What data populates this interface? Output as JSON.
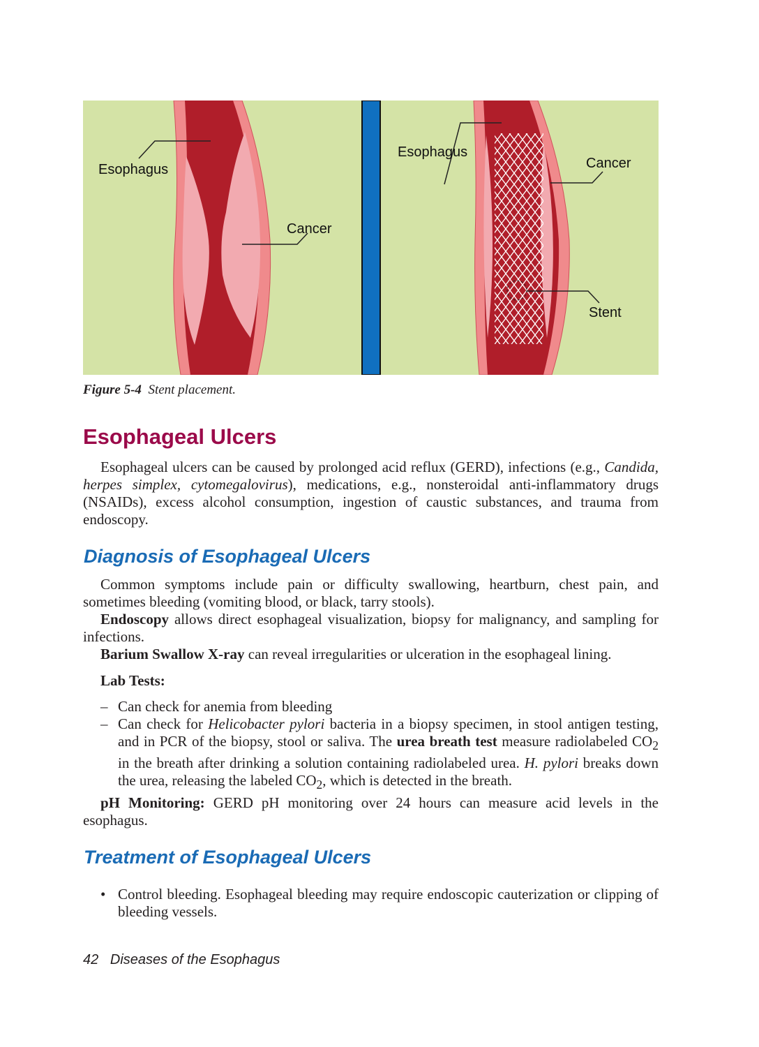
{
  "figure": {
    "labels": {
      "left_esophagus": "Esophagus",
      "left_cancer": "Cancer",
      "right_esophagus": "Esophagus",
      "right_cancer": "Cancer",
      "right_stent": "Stent"
    },
    "caption_num": "Figure 5-4",
    "caption_text": "Stent placement.",
    "colors": {
      "background": "#d4e3a6",
      "lumen": "#b01e2a",
      "wall": "#f08a8c",
      "tumor": "#f2aab0",
      "divider": "#1070c0"
    }
  },
  "section": {
    "title": "Esophageal Ulcers",
    "intro": [
      "Esophageal ulcers can be caused by prolonged acid reflux (GERD), infections (e.g., ",
      "Candida, herpes simplex, cytomegalovirus",
      "), medications, e.g., nonsteroidal anti-inflammatory drugs (NSAIDs), excess alcohol consumption, ingestion of caustic substances, and trauma from endoscopy."
    ]
  },
  "diagnosis": {
    "title": "Diagnosis of Esophageal Ulcers",
    "symptoms": "Common symptoms include pain or difficulty swallowing, heartburn, chest pain, and sometimes bleeding (vomiting blood, or black, tarry stools).",
    "endoscopy": [
      "Endoscopy",
      " allows direct esophageal visualization, biopsy for malignancy, and sampling for infections."
    ],
    "barium": [
      "Barium Swallow X-ray",
      " can reveal irregularities or ulceration in the esophageal lining."
    ],
    "lab_heading": "Lab Tests:",
    "lab_items": [
      {
        "marker": "–",
        "parts": [
          "Can check for anemia from bleeding"
        ]
      },
      {
        "marker": "–",
        "parts": [
          "Can check for ",
          "Helicobacter pylori",
          " bacteria in a biopsy specimen, in stool antigen testing, and in PCR of the biopsy, stool or saliva. The ",
          "urea breath test",
          " measure radiolabeled CO",
          "2",
          " in the breath after drinking a solution containing radiolabeled urea. ",
          "H. pylori",
          " breaks down the urea, releasing the labeled CO",
          "2",
          ", which is detected in the breath."
        ]
      }
    ],
    "ph": [
      "pH Monitoring:",
      " GERD pH monitoring over 24 hours can measure acid levels in the esophagus."
    ]
  },
  "treatment": {
    "title": "Treatment of Esophageal Ulcers",
    "items": [
      {
        "marker": "•",
        "text": "Control bleeding. Esophageal bleeding may require endoscopic cauterization or clipping of bleeding vessels."
      }
    ]
  },
  "footer": {
    "page_number": "42",
    "chapter": "Diseases of the Esophagus"
  }
}
